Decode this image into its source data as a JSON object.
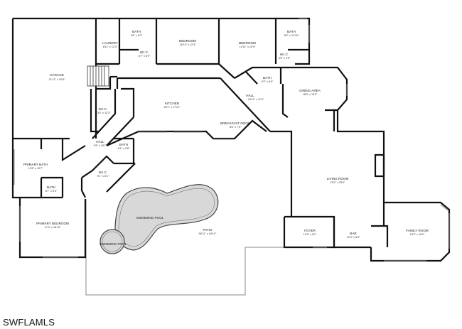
{
  "rooms": {
    "garage": {
      "name": "GARAGE",
      "dim": "21'11\" x 32'8\""
    },
    "laundry": {
      "name": "LAUNDRY",
      "dim": "8'11\" x 12'3\""
    },
    "bath1": {
      "name": "BATH",
      "dim": "9'5\" x 8'3\""
    },
    "wic1": {
      "name": "W.I.C.",
      "dim": "6'7\" x 6'9\""
    },
    "bedroom1": {
      "name": "BEDROOM",
      "dim": "16'10\" x 12'3\""
    },
    "bedroom2": {
      "name": "BEDROOM",
      "dim": "14'11\" x 15'9\""
    },
    "bath2": {
      "name": "BATH",
      "dim": "8'9\" x 12'10\""
    },
    "wic2": {
      "name": "W.I.C.",
      "dim": "4'5\" x 4'9\""
    },
    "bath3": {
      "name": "BATH",
      "dim": "9'2\" x 6'6\""
    },
    "dining": {
      "name": "DINING AREA",
      "dim": "16'5\" x 13'6\""
    },
    "hall1": {
      "name": "HALL",
      "dim": "24'11\" x 11'2\""
    },
    "kitchen": {
      "name": "KITCHEN",
      "dim": "26'1\" x 17'10\""
    },
    "breakfast": {
      "name": "BREAKFAST NOOK",
      "dim": "8'6\" x 7'5\""
    },
    "wic3": {
      "name": "W.I.C.",
      "dim": "5'10\" x 12'3\""
    },
    "hall2": {
      "name": "HALL",
      "dim": "9'6\" x 15'7\""
    },
    "bath4": {
      "name": "BATH",
      "dim": "6'1\" x 9'5\""
    },
    "primarybath": {
      "name": "PRIMARY BATH",
      "dim": "12'8\" x 10'7\""
    },
    "wic4": {
      "name": "W.I.C.",
      "dim": "9'1\" x 8'1\""
    },
    "bath5": {
      "name": "BATH",
      "dim": "5'7\" x 5'3\""
    },
    "primarybed": {
      "name": "PRIMARY BEDROOM",
      "dim": "17'4\" x 15'10\""
    },
    "living": {
      "name": "LIVING ROOM",
      "dim": "29'2\" x 23'0\""
    },
    "patio": {
      "name": "PATIO",
      "dim": "55'11\" x 44'10\""
    },
    "foyer": {
      "name": "FOYER",
      "dim": "12'9\" x 8'1\""
    },
    "bar": {
      "name": "BAR",
      "dim": "10'4\" x 5'8\""
    },
    "family": {
      "name": "FAMILY ROOM",
      "dim": "16'2\" x 18'2\""
    }
  },
  "pool": {
    "main": "SWIMMING POOL",
    "spa": "SWIMMING POOL"
  },
  "watermark": "SWFLAMLS",
  "colors": {
    "wall": "#111111",
    "window": "#8a8a8a",
    "background": "#ffffff"
  }
}
